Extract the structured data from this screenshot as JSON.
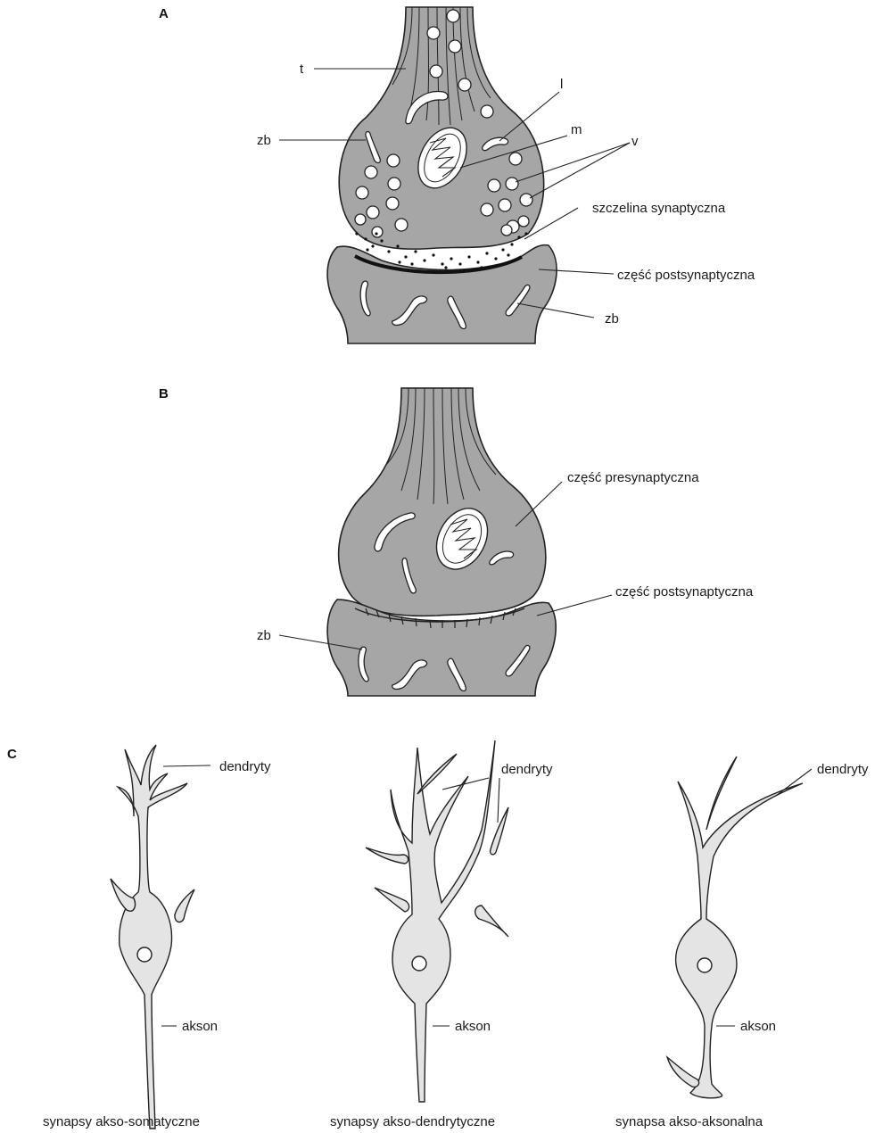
{
  "panels": {
    "a": {
      "letter": "A",
      "labels": {
        "t": "t",
        "zb_pre": "zb",
        "l": "l",
        "m": "m",
        "v": "v",
        "cleft": "szczelina synaptyczna",
        "post": "część postsynaptyczna",
        "zb_post": "zb"
      }
    },
    "b": {
      "letter": "B",
      "labels": {
        "pre": "część presynaptyczna",
        "post": "część postsynaptyczna",
        "zb": "zb"
      }
    },
    "c": {
      "letter": "C",
      "neurons": [
        {
          "dendrites": "dendryty",
          "axon": "akson",
          "caption": "synapsy akso-somatyczne"
        },
        {
          "dendrites": "dendryty",
          "axon": "akson",
          "caption": "synapsy akso-dendrytyczne"
        },
        {
          "dendrites": "dendryty",
          "axon": "akson",
          "caption": "synapsa akso-aksonalna"
        }
      ]
    }
  }
}
